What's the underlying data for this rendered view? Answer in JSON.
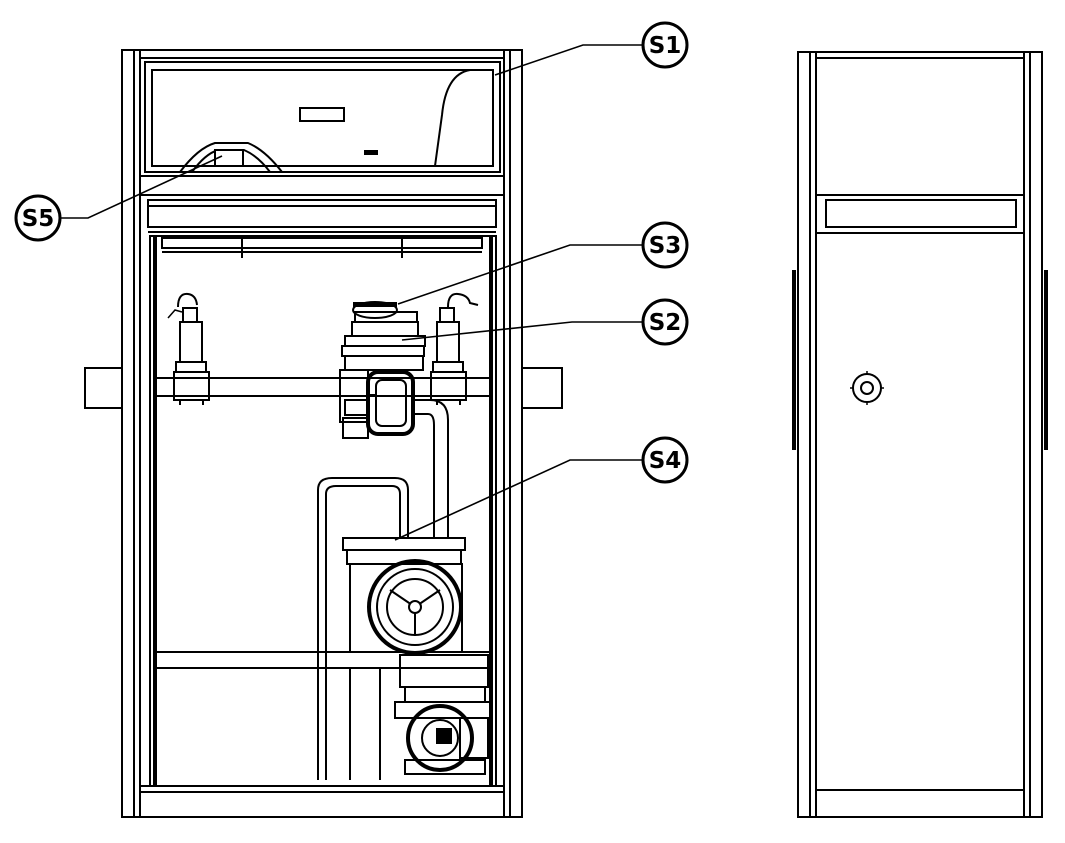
{
  "callouts": [
    {
      "id": "s1",
      "label": "S1"
    },
    {
      "id": "s2",
      "label": "S2"
    },
    {
      "id": "s3",
      "label": "S3"
    },
    {
      "id": "s4",
      "label": "S4"
    },
    {
      "id": "s5",
      "label": "S5"
    }
  ]
}
